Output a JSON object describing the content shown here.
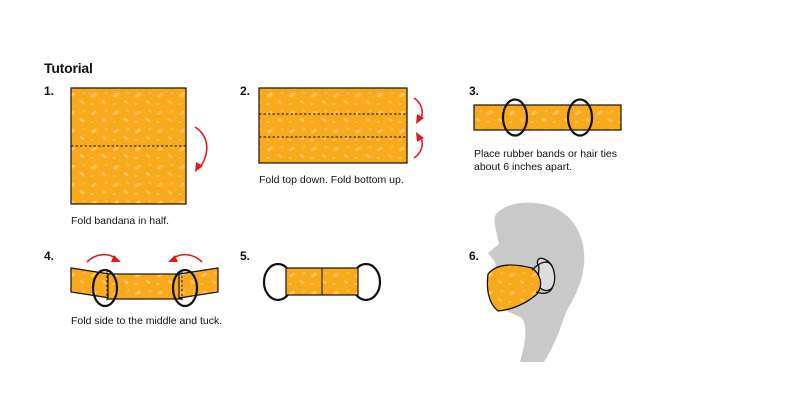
{
  "header_fragment": "",
  "section_title": "Tutorial",
  "colors": {
    "fabric": "#F9A91C",
    "fabric_pattern": "#FCC45A",
    "outline": "#111111",
    "arrow": "#E21A1A",
    "silhouette": "#C9C9C9",
    "ear": "#DDDDDD"
  },
  "steps": [
    {
      "number": "1.",
      "caption": "Fold bandana in half."
    },
    {
      "number": "2.",
      "caption": "Fold top down. Fold bottom up."
    },
    {
      "number": "3.",
      "caption_line1": "Place rubber bands or hair ties",
      "caption_line2": "about 6 inches apart."
    },
    {
      "number": "4.",
      "caption": "Fold side to the middle and tuck."
    },
    {
      "number": "5.",
      "caption": ""
    },
    {
      "number": "6.",
      "caption": ""
    }
  ]
}
